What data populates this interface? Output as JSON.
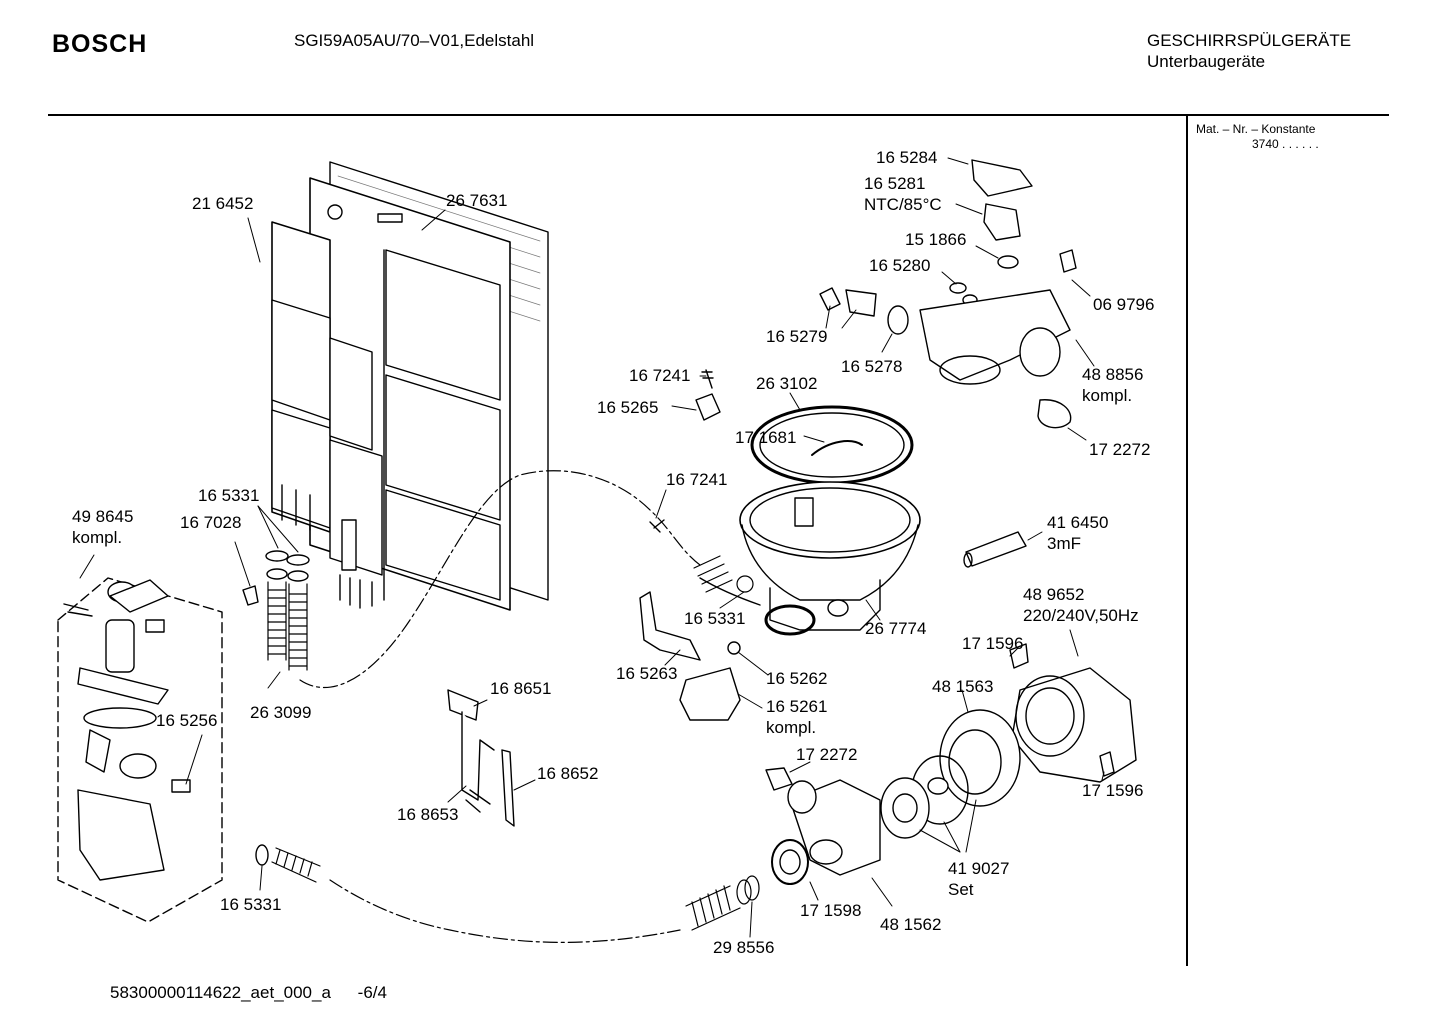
{
  "header": {
    "brand": "BOSCH",
    "model": "SGI59A05AU/70–V01,Edelstahl",
    "category": "GESCHIRRSPÜLGERÄTE",
    "subcategory": "Unterbaugeräte"
  },
  "sidebar": {
    "mat_title": "Mat. – Nr. – Konstante",
    "mat_value": "3740  .  .   .  .  .  ."
  },
  "footer": {
    "doc_id": "58300000114622_aet_000_a",
    "page": "-6/4"
  },
  "parts": [
    {
      "id": "p1",
      "lines": [
        "21 6452"
      ]
    },
    {
      "id": "p2",
      "lines": [
        "26 7631"
      ]
    },
    {
      "id": "p3",
      "lines": [
        "16 5331"
      ]
    },
    {
      "id": "p4",
      "lines": [
        "16 7028"
      ]
    },
    {
      "id": "p5",
      "lines": [
        "49 8645",
        "kompl."
      ]
    },
    {
      "id": "p6",
      "lines": [
        "26 3099"
      ]
    },
    {
      "id": "p7",
      "lines": [
        "16 5256"
      ]
    },
    {
      "id": "p8",
      "lines": [
        "16 8651"
      ]
    },
    {
      "id": "p9",
      "lines": [
        "16 8652"
      ]
    },
    {
      "id": "p10",
      "lines": [
        "16 8653"
      ]
    },
    {
      "id": "p11",
      "lines": [
        "16 5331"
      ]
    },
    {
      "id": "p12",
      "lines": [
        "29 8556"
      ]
    },
    {
      "id": "p13",
      "lines": [
        "16 5284"
      ]
    },
    {
      "id": "p14",
      "lines": [
        "16 5281",
        "NTC/85°C"
      ]
    },
    {
      "id": "p15",
      "lines": [
        "15 1866"
      ]
    },
    {
      "id": "p16",
      "lines": [
        "16 5280"
      ]
    },
    {
      "id": "p17",
      "lines": [
        "06 9796"
      ]
    },
    {
      "id": "p18",
      "lines": [
        "16 5279"
      ]
    },
    {
      "id": "p19",
      "lines": [
        "16 5278"
      ]
    },
    {
      "id": "p20",
      "lines": [
        "48 8856",
        "kompl."
      ]
    },
    {
      "id": "p21",
      "lines": [
        "16 7241"
      ]
    },
    {
      "id": "p22",
      "lines": [
        "26 3102"
      ]
    },
    {
      "id": "p23",
      "lines": [
        "16 5265"
      ]
    },
    {
      "id": "p24",
      "lines": [
        "17 1681"
      ]
    },
    {
      "id": "p25",
      "lines": [
        "17 2272"
      ]
    },
    {
      "id": "p26",
      "lines": [
        "16 7241"
      ]
    },
    {
      "id": "p27",
      "lines": [
        "41 6450",
        "3mF"
      ]
    },
    {
      "id": "p28",
      "lines": [
        "48 9652",
        "220/240V,50Hz"
      ]
    },
    {
      "id": "p29",
      "lines": [
        "16 5331"
      ]
    },
    {
      "id": "p30",
      "lines": [
        "26 7774"
      ]
    },
    {
      "id": "p31",
      "lines": [
        "17 1596"
      ]
    },
    {
      "id": "p32",
      "lines": [
        "16 5263"
      ]
    },
    {
      "id": "p33",
      "lines": [
        "16 5262"
      ]
    },
    {
      "id": "p34",
      "lines": [
        "48 1563"
      ]
    },
    {
      "id": "p35",
      "lines": [
        "16 5261",
        "kompl."
      ]
    },
    {
      "id": "p36",
      "lines": [
        "17 2272"
      ]
    },
    {
      "id": "p37",
      "lines": [
        "17 1596"
      ]
    },
    {
      "id": "p38",
      "lines": [
        "41 9027",
        "Set"
      ]
    },
    {
      "id": "p39",
      "lines": [
        "17 1598"
      ]
    },
    {
      "id": "p40",
      "lines": [
        "48 1562"
      ]
    }
  ]
}
